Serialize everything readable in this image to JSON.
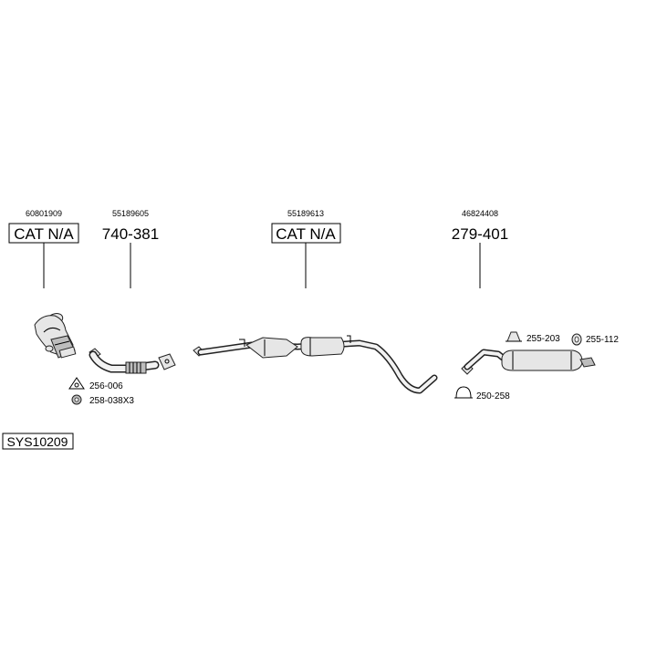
{
  "groups": [
    {
      "oe_number": "60801909",
      "label": "CAT N/A"
    },
    {
      "oe_number": "55189605",
      "label": "740-381"
    },
    {
      "oe_number": "55189613",
      "label": "CAT N/A"
    },
    {
      "oe_number": "46824408",
      "label": "279-401"
    }
  ],
  "accessories": [
    {
      "code": "256-006",
      "icon": "triangle-gasket-icon"
    },
    {
      "code": "258-038X3",
      "icon": "nut-icon"
    },
    {
      "code": "255-203",
      "icon": "rubber-mount-icon"
    },
    {
      "code": "255-112",
      "icon": "rubber-ring-icon"
    },
    {
      "code": "250-258",
      "icon": "pipe-clamp-icon"
    }
  ],
  "system_code": "SYS10209"
}
